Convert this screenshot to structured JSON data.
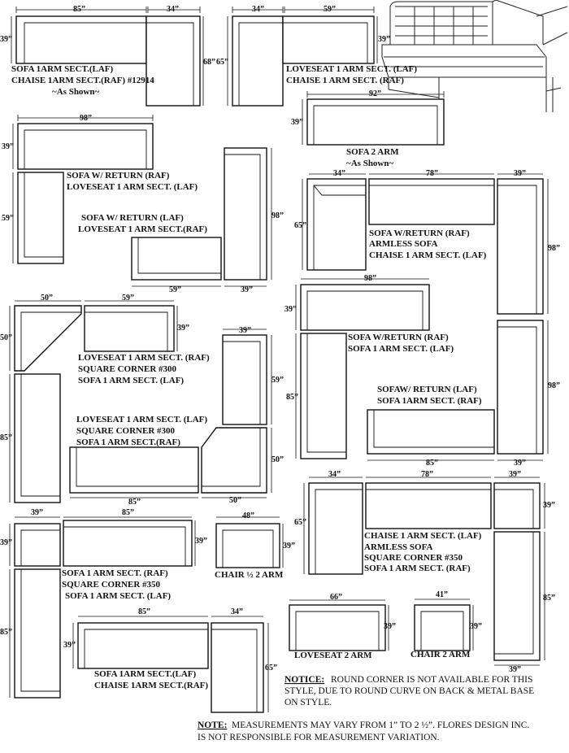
{
  "labels": {
    "g1": [
      "SOFA 1ARM SECT.(LAF)",
      "CHAISE 1ARM SECT.(RAF) #12914",
      "~As Shown~"
    ],
    "g2": [
      "LOVESEAT 1 ARM SECT. (LAF)",
      "CHAISE 1 ARM SECT. (RAF)"
    ],
    "g3": [
      "SOFA 2 ARM",
      "~As Shown~"
    ],
    "g4": [
      "SOFA W/ RETURN (RAF)",
      "LOVESEAT 1 ARM SECT. (LAF)"
    ],
    "g5": [
      "SOFA W/ RETURN (LAF)",
      "LOVESEAT 1 ARM SECT.(RAF)"
    ],
    "g6": [
      "SOFA W/RETURN (RAF)",
      "ARMLESS SOFA",
      "CHAISE 1 ARM SECT. (LAF)"
    ],
    "g7": [
      "LOVESEAT 1 ARM SECT. (RAF)",
      "SQUARE CORNER #300",
      "SOFA 1 ARM SECT. (LAF)"
    ],
    "g8": [
      "SOFA W/RETURN (RAF)",
      "SOFA 1 ARM SECT. (LAF)"
    ],
    "g9": [
      "SOFAW/ RETURN (LAF)",
      "SOFA 1ARM SECT. (RAF)"
    ],
    "g10": [
      "LOVESEAT 1 ARM SECT. (LAF)",
      "SQUARE CORNER #300",
      "SOFA 1 ARM SECT.(RAF)"
    ],
    "g11": [
      "CHAISE 1 ARM SECT. (LAF)",
      "ARMLESS SOFA",
      "SQUARE CORNER #350",
      "SOFA 1 ARM SECT. (RAF)"
    ],
    "g12": [
      "SOFA 1 ARM SECT. (RAF)",
      "SQUARE CORNER #350",
      "SOFA 1 ARM SECT. (LAF)"
    ],
    "chair_half": "CHAIR ½  2 ARM",
    "loveseat2": "LOVESEAT 2 ARM",
    "chair2": "CHAIR 2 ARM",
    "g13": [
      "SOFA 1ARM SECT.(LAF)",
      "CHAISE 1ARM SECT.(RAF)"
    ]
  },
  "dims": {
    "d85": "85”",
    "d34": "34”",
    "d39": "39”",
    "d59": "59”",
    "d65": "65”",
    "d68": "68”",
    "d92": "92”",
    "d98": "98”",
    "d78": "78”",
    "d50": "50”",
    "d48": "48”",
    "d66": "66”",
    "d41": "41”"
  },
  "notice": {
    "heading": "NOTICE:",
    "lines": [
      "ROUND CORNER IS NOT AVAILABLE FOR THIS",
      "STYLE, DUE TO ROUND CURVE ON BACK & METAL  BASE",
      "ON STYLE."
    ]
  },
  "note": {
    "heading": "NOTE:",
    "lines": [
      "MEASUREMENTS MAY VARY FROM 1” TO 2 ½”. FLORES DESIGN INC.",
      "IS NOT RESPONSIBLE FOR MEASUREMENT VARIATION."
    ]
  }
}
